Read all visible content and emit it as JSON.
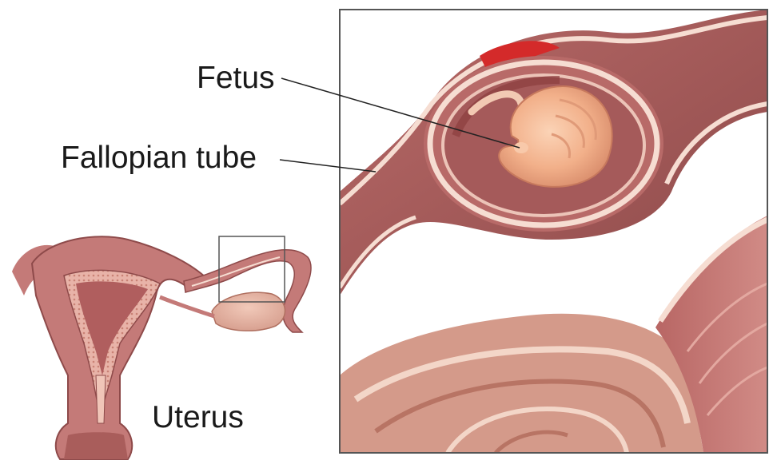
{
  "labels": {
    "fetus": "Fetus",
    "fallopian_tube": "Fallopian tube",
    "uterus": "Uterus"
  },
  "colors": {
    "tissue_dark": "#8e4a4a",
    "tissue_mid": "#c47a78",
    "tissue_light": "#e6b3a8",
    "wall_highlight": "#f6ddd2",
    "cavity": "#a55a5a",
    "blood_red": "#d42a2a",
    "fetus_skin": "#f2b58f",
    "frame_border": "#555555"
  },
  "icons": {
    "inset_illustration": "ectopic-pregnancy-inset",
    "uterus_illustration": "uterus-overview"
  }
}
